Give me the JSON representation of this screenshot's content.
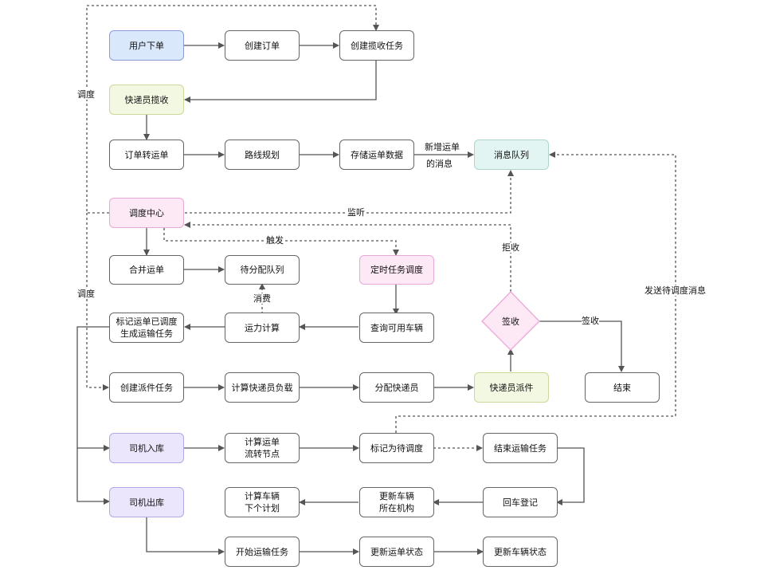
{
  "nodes": {
    "user_order": "用户下单",
    "create_order": "创建订单",
    "create_pickup": "创建揽收任务",
    "courier_pickup": "快递员揽收",
    "order_to_waybill": "订单转运单",
    "route_planning": "路线规划",
    "store_waybill": "存储运单数据",
    "message_queue": "消息队列",
    "dispatch_center": "调度中心",
    "merge_waybill": "合并运单",
    "pending_queue": "待分配队列",
    "scheduled_task": "定时任务调度",
    "mark_dispatched_line1": "标记运单已调度",
    "mark_dispatched_line2": "生成运输任务",
    "capacity_calc": "运力计算",
    "query_vehicles": "查询可用车辆",
    "sign": "签收",
    "end": "结束",
    "create_delivery": "创建派件任务",
    "calc_load": "计算快递员负载",
    "assign_courier": "分配快递员",
    "courier_delivery": "快递员派件",
    "driver_in": "司机入库",
    "calc_node_line1": "计算运单",
    "calc_node_line2": "流转节点",
    "mark_pending": "标记为待调度",
    "end_transport": "结束运输任务",
    "driver_out": "司机出库",
    "calc_plan_line1": "计算车辆",
    "calc_plan_line2": "下个计划",
    "update_org_line1": "更新车辆",
    "update_org_line2": "所在机构",
    "return_register": "回车登记",
    "start_transport": "开始运输任务",
    "update_waybill_status": "更新运单状态",
    "update_vehicle_status": "更新车辆状态"
  },
  "edge_labels": {
    "dispatch_top": "调度",
    "new_waybill_line1": "新增运单",
    "new_waybill_line2": "的消息",
    "listen": "监听",
    "trigger": "触发",
    "reject": "拒收",
    "consume": "消费",
    "dispatch_mid": "调度",
    "sign_edge": "签收",
    "send_pending_msg": "发送待调度消息"
  },
  "colors": {
    "line": "#555555",
    "blue": "#dae8fc",
    "green": "#f3f8e2",
    "pink": "#fde8f6",
    "teal": "#e3f5f2",
    "purple": "#ebe6fb",
    "sign_diamond": "#fde8f6"
  }
}
